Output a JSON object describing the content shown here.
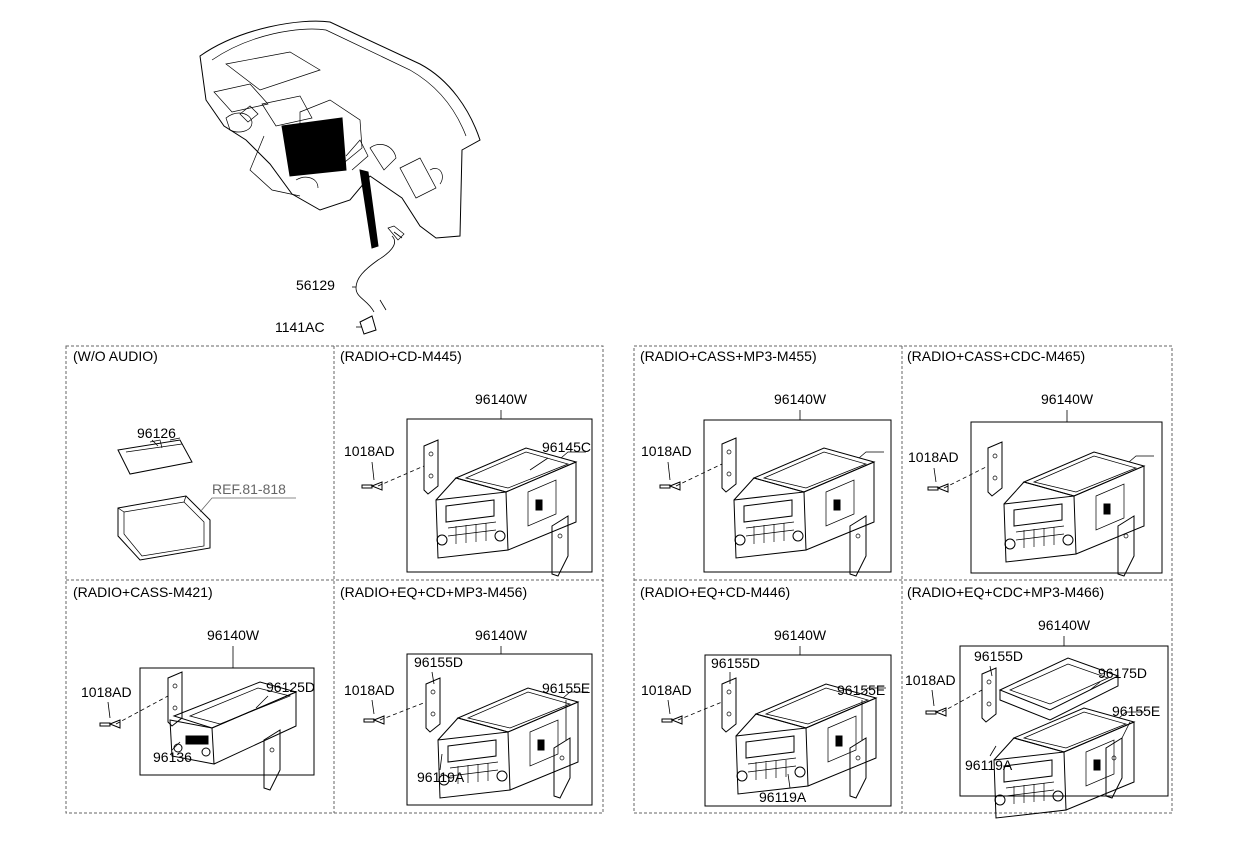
{
  "top": {
    "label_cable": "56129",
    "label_screw": "1141AC"
  },
  "panels": {
    "p1": {
      "title": "(W/O AUDIO)",
      "l1": "96126",
      "ref": "REF.81-818"
    },
    "p2": {
      "title": "(RADIO+CD-M445)",
      "top": "96140W",
      "screw": "1018AD",
      "l1": "96145C"
    },
    "p3": {
      "title": "(RADIO+CASS+MP3-M455)",
      "top": "96140W",
      "screw": "1018AD"
    },
    "p4": {
      "title": "(RADIO+CASS+CDC-M465)",
      "top": "96140W",
      "screw": "1018AD"
    },
    "p5": {
      "title": "(RADIO+CASS-M421)",
      "top": "96140W",
      "screw": "1018AD",
      "l1": "96125D",
      "l2": "96136"
    },
    "p6": {
      "title": "(RADIO+EQ+CD+MP3-M456)",
      "top": "96140W",
      "screw": "1018AD",
      "l1": "96155D",
      "l2": "96155E",
      "l3": "96119A"
    },
    "p7": {
      "title": "(RADIO+EQ+CD-M446)",
      "top": "96140W",
      "screw": "1018AD",
      "l1": "96155D",
      "l2": "96155E",
      "l3": "96119A"
    },
    "p8": {
      "title": "(RADIO+EQ+CDC+MP3-M466)",
      "top": "96140W",
      "screw": "1018AD",
      "l1": "96155D",
      "l2": "96175D",
      "l3": "96155E",
      "l4": "96119A"
    }
  }
}
